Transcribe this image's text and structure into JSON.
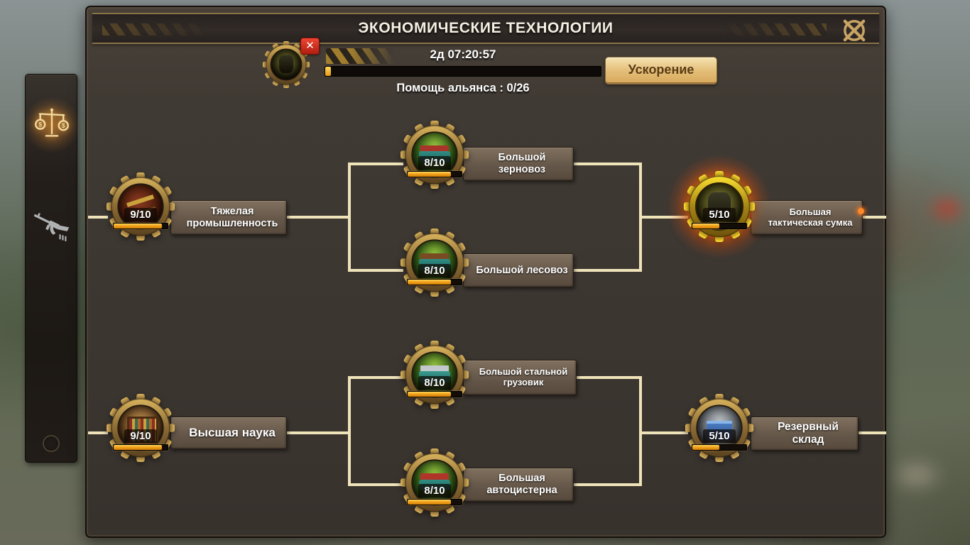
{
  "title": "ЭКОНОМИЧЕСКИЕ ТЕХНОЛОГИИ",
  "research": {
    "timer": "2д 07:20:57",
    "progress": "2%",
    "alliance_help": "Помощь альянса : 0/26",
    "speedup_label": "Ускорение",
    "cancel_icon": "✕"
  },
  "sidebar": {
    "tabs": [
      {
        "id": "economy",
        "icon": "balance-scale-dollar-icon",
        "active": true
      },
      {
        "id": "military",
        "icon": "rifle-icon",
        "active": false
      }
    ]
  },
  "colors": {
    "connector_line": "#efe3ba",
    "progress_fill": "#f0a21c",
    "speedup_button": "#e3bd78",
    "alert_red": "#d93425",
    "glow_orange": "#ff7a1e"
  },
  "nodes": [
    {
      "label": "Тяжелая промышленность",
      "level": "9/10",
      "progress": "90%"
    },
    {
      "label": "Большой зерновоз",
      "level": "8/10",
      "progress": "80%"
    },
    {
      "label": "Большой лесовоз",
      "level": "8/10",
      "progress": "80%"
    },
    {
      "label": "Большая тактическая сумка",
      "level": "5/10",
      "progress": "50%",
      "highlighted": true
    },
    {
      "label": "Высшая наука",
      "level": "9/10",
      "progress": "90%"
    },
    {
      "label": "Большой стальной грузовик",
      "level": "8/10",
      "progress": "80%"
    },
    {
      "label": "Большая автоцистерна",
      "level": "8/10",
      "progress": "80%"
    },
    {
      "label": "Резервный склад",
      "level": "5/10",
      "progress": "50%"
    }
  ]
}
